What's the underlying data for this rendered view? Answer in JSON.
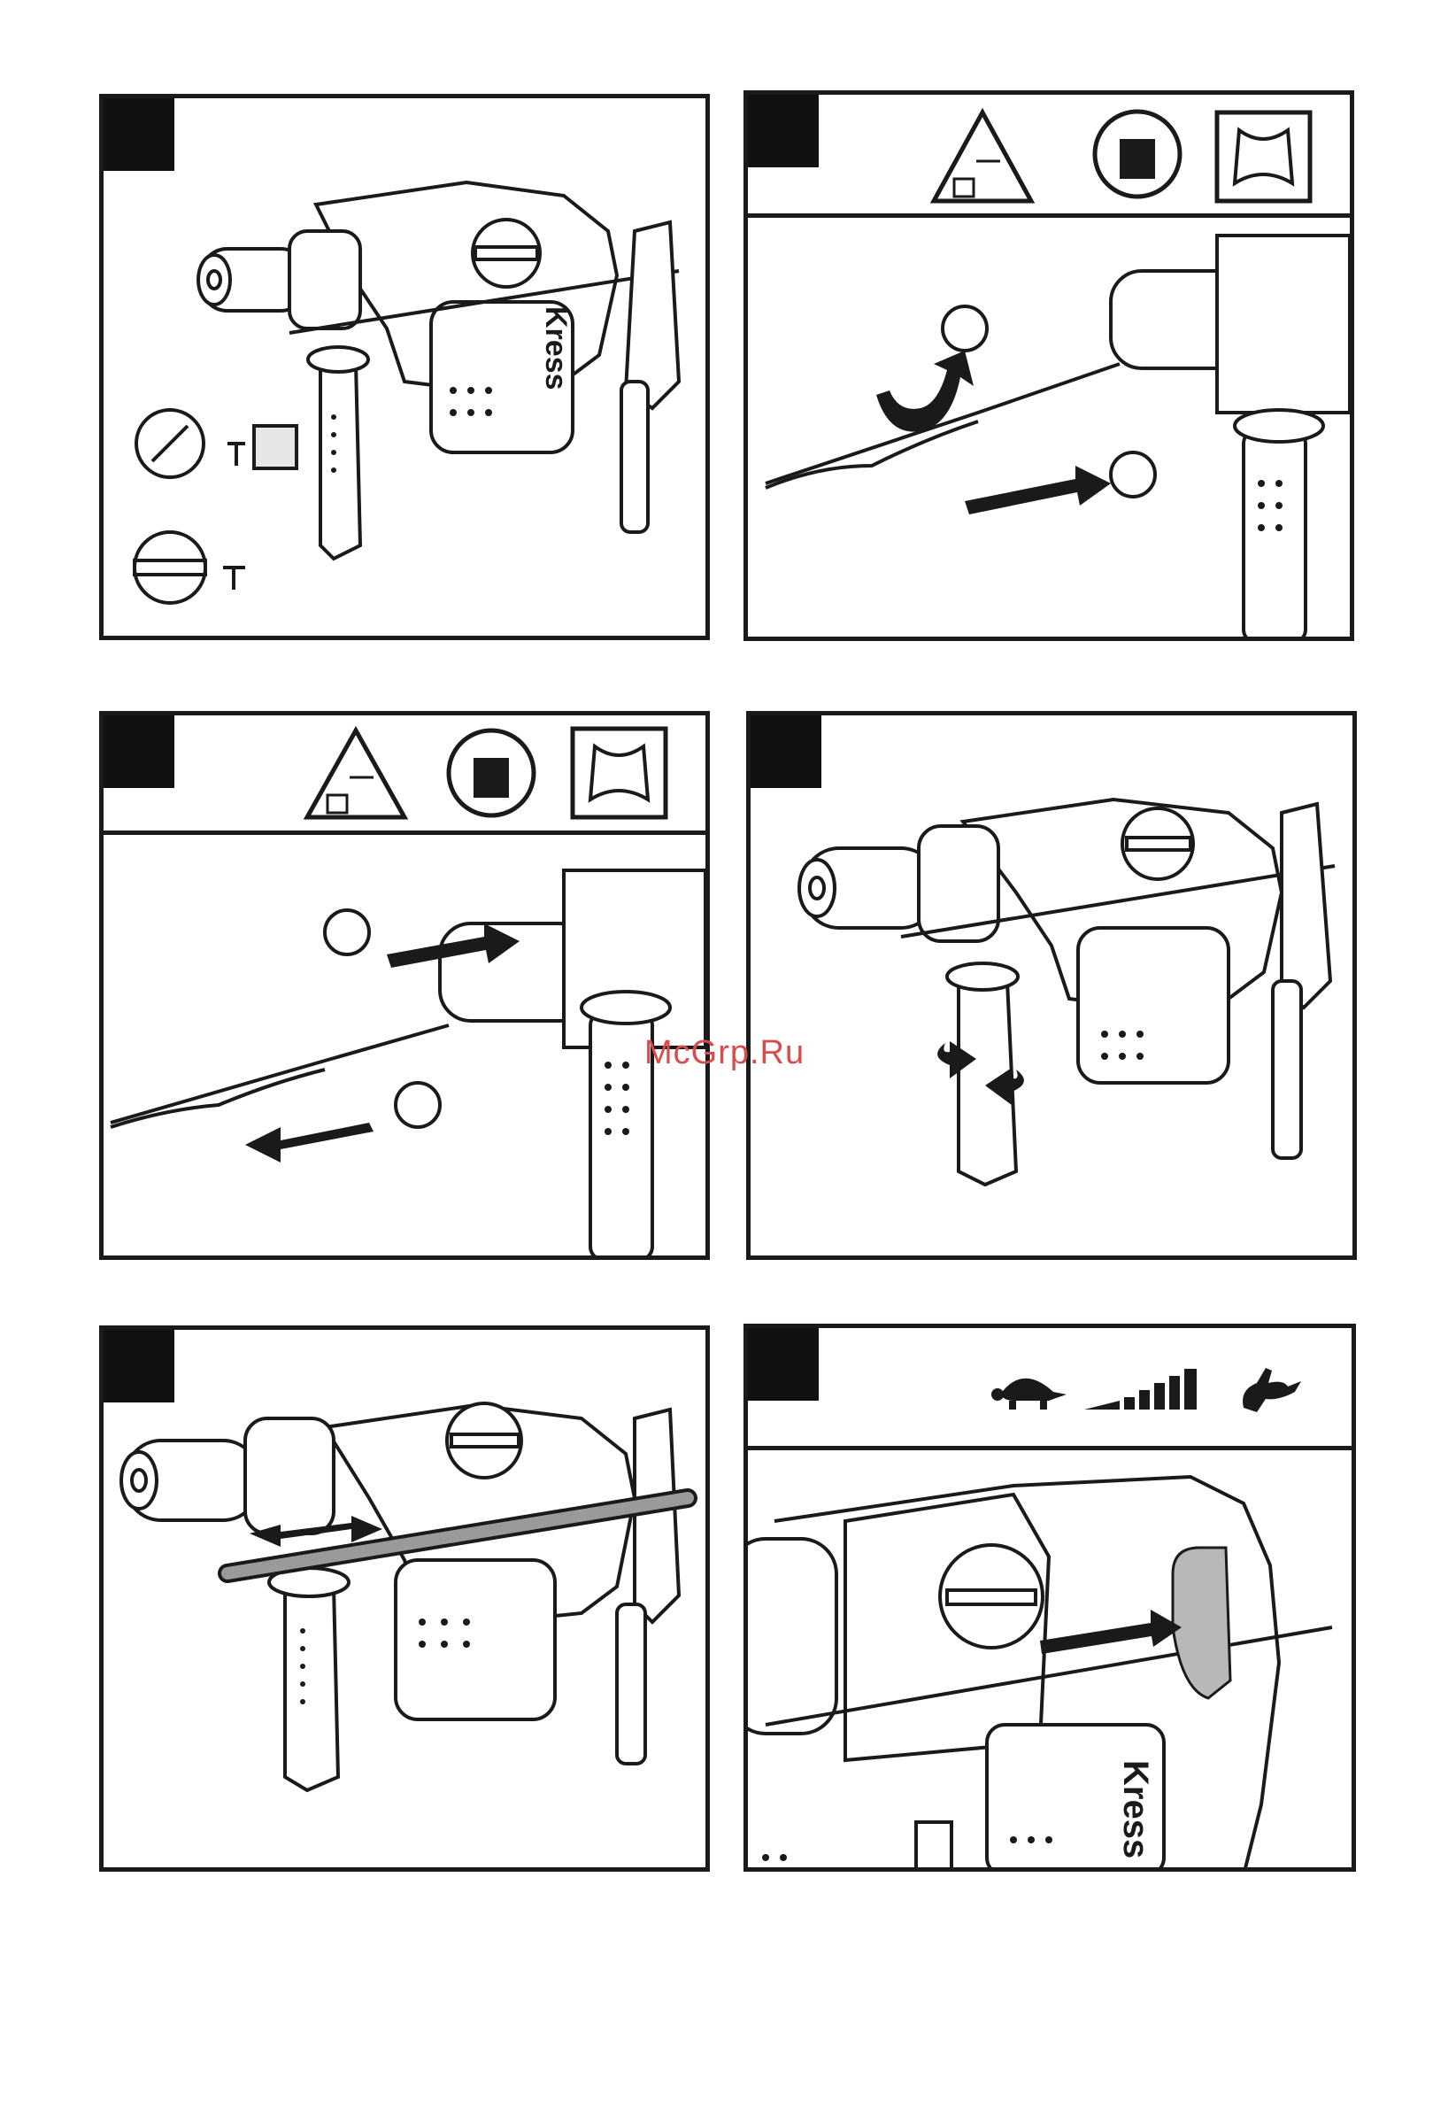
{
  "watermark": "McGrp.Ru",
  "brand": "Kress",
  "panels": [
    {
      "id": "p1",
      "has_header_icons": false
    },
    {
      "id": "p2",
      "has_header_icons": true,
      "icons": [
        "unplug-warning-icon",
        "gloves-icon",
        "leather-symbol-icon"
      ]
    },
    {
      "id": "p3",
      "has_header_icons": true,
      "icons": [
        "unplug-warning-icon",
        "gloves-icon",
        "leather-symbol-icon"
      ]
    },
    {
      "id": "p4",
      "has_header_icons": false
    },
    {
      "id": "p5",
      "has_header_icons": false
    },
    {
      "id": "p6",
      "has_header_icons": true,
      "icons": [
        "turtle-icon",
        "speed-bars-icon",
        "rabbit-icon"
      ]
    }
  ],
  "colors": {
    "line": "#1a1a1a",
    "fill_light": "#e6e6e6",
    "fill_mid": "#b8b8b8",
    "watermark": "#d94c4c"
  }
}
